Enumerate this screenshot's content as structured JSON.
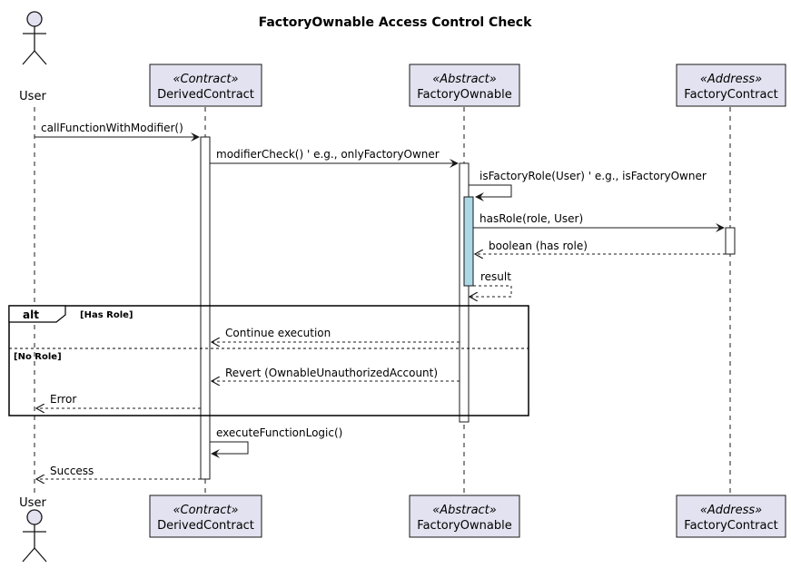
{
  "title": "FactoryOwnable Access Control Check",
  "participants": [
    {
      "id": "user",
      "kind": "actor",
      "name": "User",
      "stereotype": ""
    },
    {
      "id": "derived",
      "kind": "box",
      "name": "DerivedContract",
      "stereotype": "«Contract»"
    },
    {
      "id": "fo",
      "kind": "box",
      "name": "FactoryOwnable",
      "stereotype": "«Abstract»"
    },
    {
      "id": "fc",
      "kind": "box",
      "name": "FactoryContract",
      "stereotype": "«Address»"
    }
  ],
  "messages": [
    {
      "id": "m1",
      "label": "callFunctionWithModifier()",
      "from": "user",
      "to": "derived",
      "style": "solid"
    },
    {
      "id": "m2",
      "label": "modifierCheck() ' e.g., onlyFactoryOwner",
      "from": "derived",
      "to": "fo",
      "style": "solid"
    },
    {
      "id": "m3",
      "label": "isFactoryRole(User) ' e.g., isFactoryOwner",
      "from": "fo",
      "to": "fo",
      "style": "solid"
    },
    {
      "id": "m4",
      "label": "hasRole(role, User)",
      "from": "fo",
      "to": "fc",
      "style": "solid"
    },
    {
      "id": "m5",
      "label": "boolean (has role)",
      "from": "fc",
      "to": "fo",
      "style": "dashed"
    },
    {
      "id": "m6",
      "label": "result",
      "from": "fo",
      "to": "fo",
      "style": "dashed"
    },
    {
      "id": "m7",
      "label": "Continue execution",
      "from": "fo",
      "to": "derived",
      "style": "dashed"
    },
    {
      "id": "m8",
      "label": "Revert (OwnableUnauthorizedAccount)",
      "from": "fo",
      "to": "derived",
      "style": "dashed"
    },
    {
      "id": "m9",
      "label": "Error",
      "from": "derived",
      "to": "user",
      "style": "dashed"
    },
    {
      "id": "m10",
      "label": "executeFunctionLogic()",
      "from": "derived",
      "to": "derived",
      "style": "solid"
    },
    {
      "id": "m11",
      "label": "Success",
      "from": "derived",
      "to": "user",
      "style": "dashed"
    }
  ],
  "alt_fragment": {
    "keyword": "alt",
    "guard_1": "[Has Role]",
    "guard_2": "[No Role]"
  },
  "colors": {
    "participant_fill": "#E2E2F0",
    "participant_border": "#181818",
    "activation_highlight": "#ADD8E6",
    "lifeline": "#181818"
  }
}
